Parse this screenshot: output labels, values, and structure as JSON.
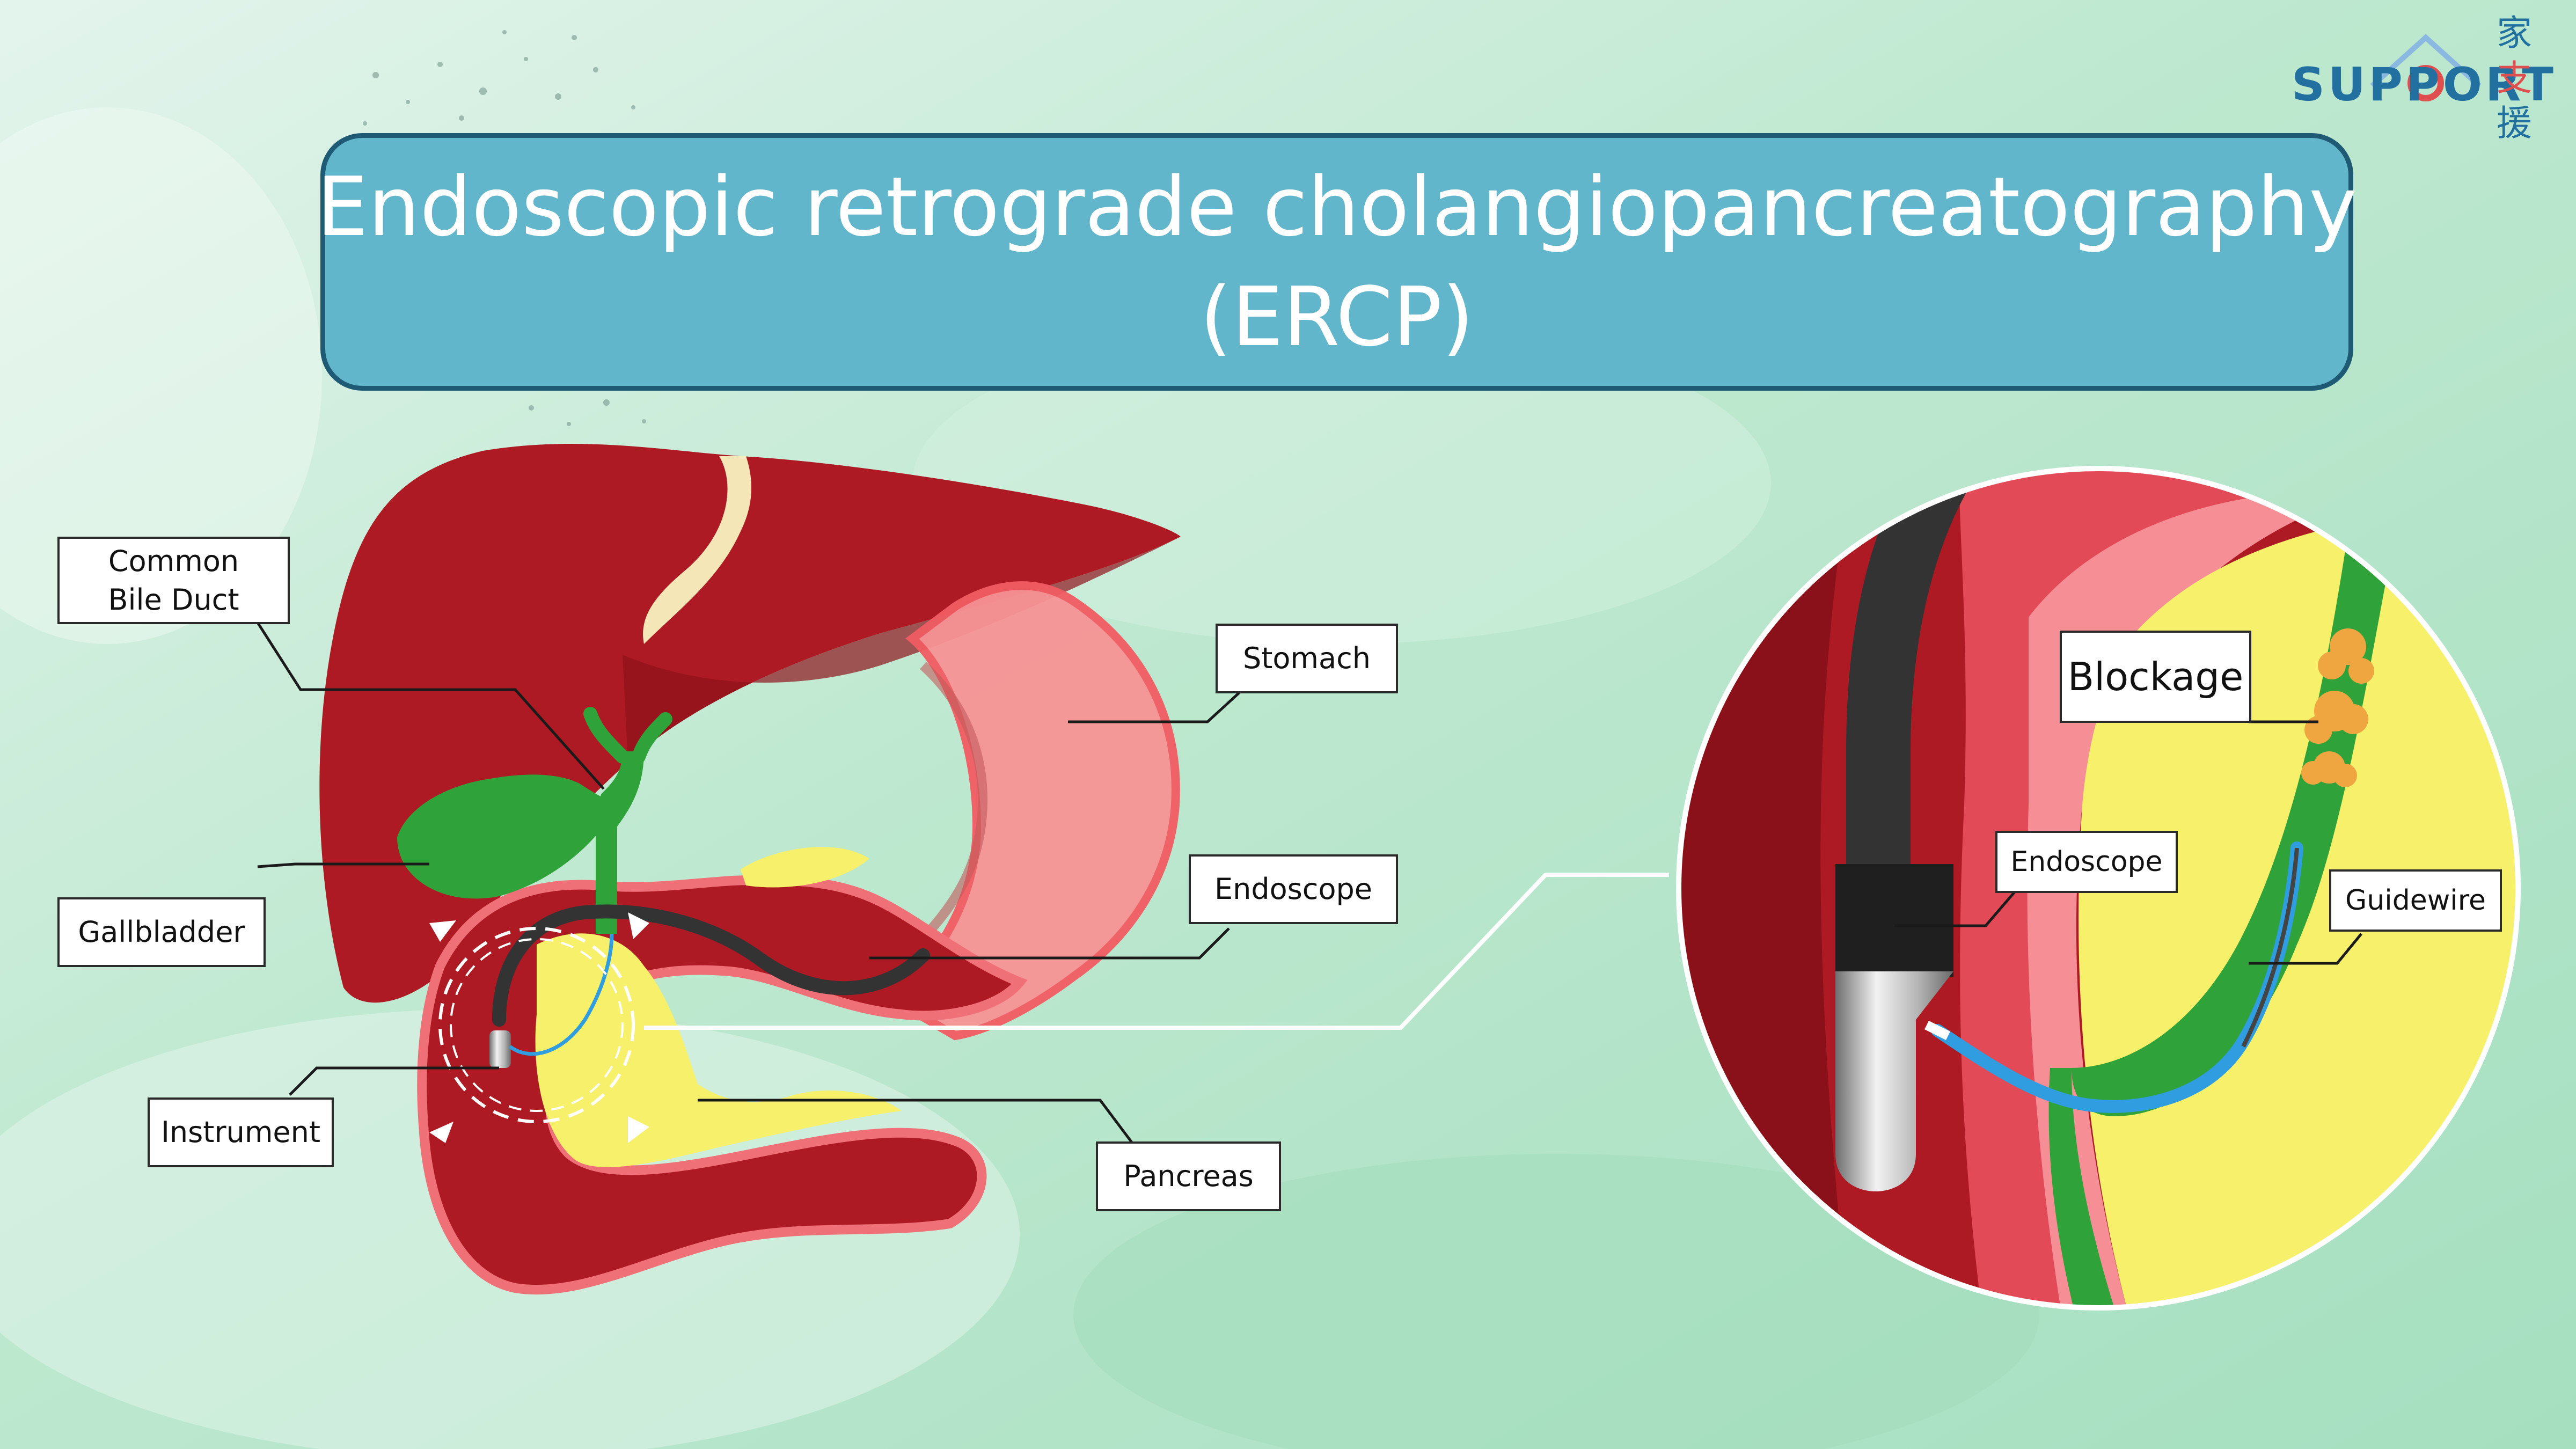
{
  "title": {
    "line1": "Endoscopic retrograde cholangiopancreatography",
    "line2": "(ERCP)"
  },
  "logo": {
    "text": "SUPPORT",
    "cjk": [
      "家",
      "支",
      "援"
    ]
  },
  "labels": {
    "common_bile_duct": "Common Bile Duct",
    "gallbladder": "Gallbladder",
    "instrument": "Instrument",
    "stomach": "Stomach",
    "endoscope": "Endoscope",
    "pancreas": "Pancreas"
  },
  "inset_labels": {
    "blockage": "Blockage",
    "endoscope": "Endoscope",
    "guidewire": "Guidewire"
  },
  "colors": {
    "title_fill": "#61b6cb",
    "title_border": "#1f5a75",
    "liver": "#ad1a24",
    "stomach": "#f79395",
    "gallbladder": "#2fa33a",
    "pancreas": "#f7f06a",
    "endoscope": "#333333",
    "guidewire": "#2f9de0",
    "blockage": "#f0a640",
    "logo": "#2170a0",
    "logo_accent": "#e04f4f"
  }
}
